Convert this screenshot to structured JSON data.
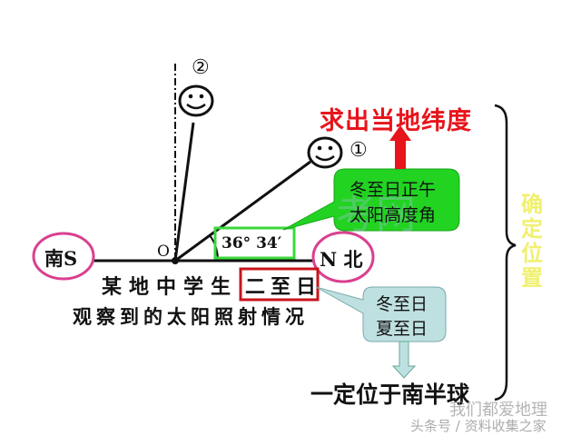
{
  "title": "求出当地纬度",
  "diagram": {
    "south_label": "南S",
    "north_label": "N 北",
    "origin_label": "O",
    "sun_position_1": "①",
    "sun_position_2": "②",
    "angle_label": "36° 34′",
    "caption_line1_prefix": "某地中学生",
    "caption_line1_highlight": "二至日",
    "caption_line2": "观察到的太阳照射情况"
  },
  "callouts": {
    "green": {
      "line1": "冬至日正午",
      "line2": "太阳高度角"
    },
    "blue": {
      "line1": "冬至日",
      "line2": "夏至日"
    }
  },
  "conclusion": "一定位于南半球",
  "brace_label": "确定位置",
  "watermark": {
    "center": "考网",
    "line1": "我们都爱地理",
    "line2": "头条号 / 资料收集之家"
  },
  "colors": {
    "title_red": "#e8141b",
    "circle_magenta": "#d9408f",
    "green_box": "#3cd93c",
    "green_fill": "#22d322",
    "red_box": "#c8141b",
    "blue_fill": "#bfe0e0",
    "brace_label_yellow": "#f0f070"
  }
}
